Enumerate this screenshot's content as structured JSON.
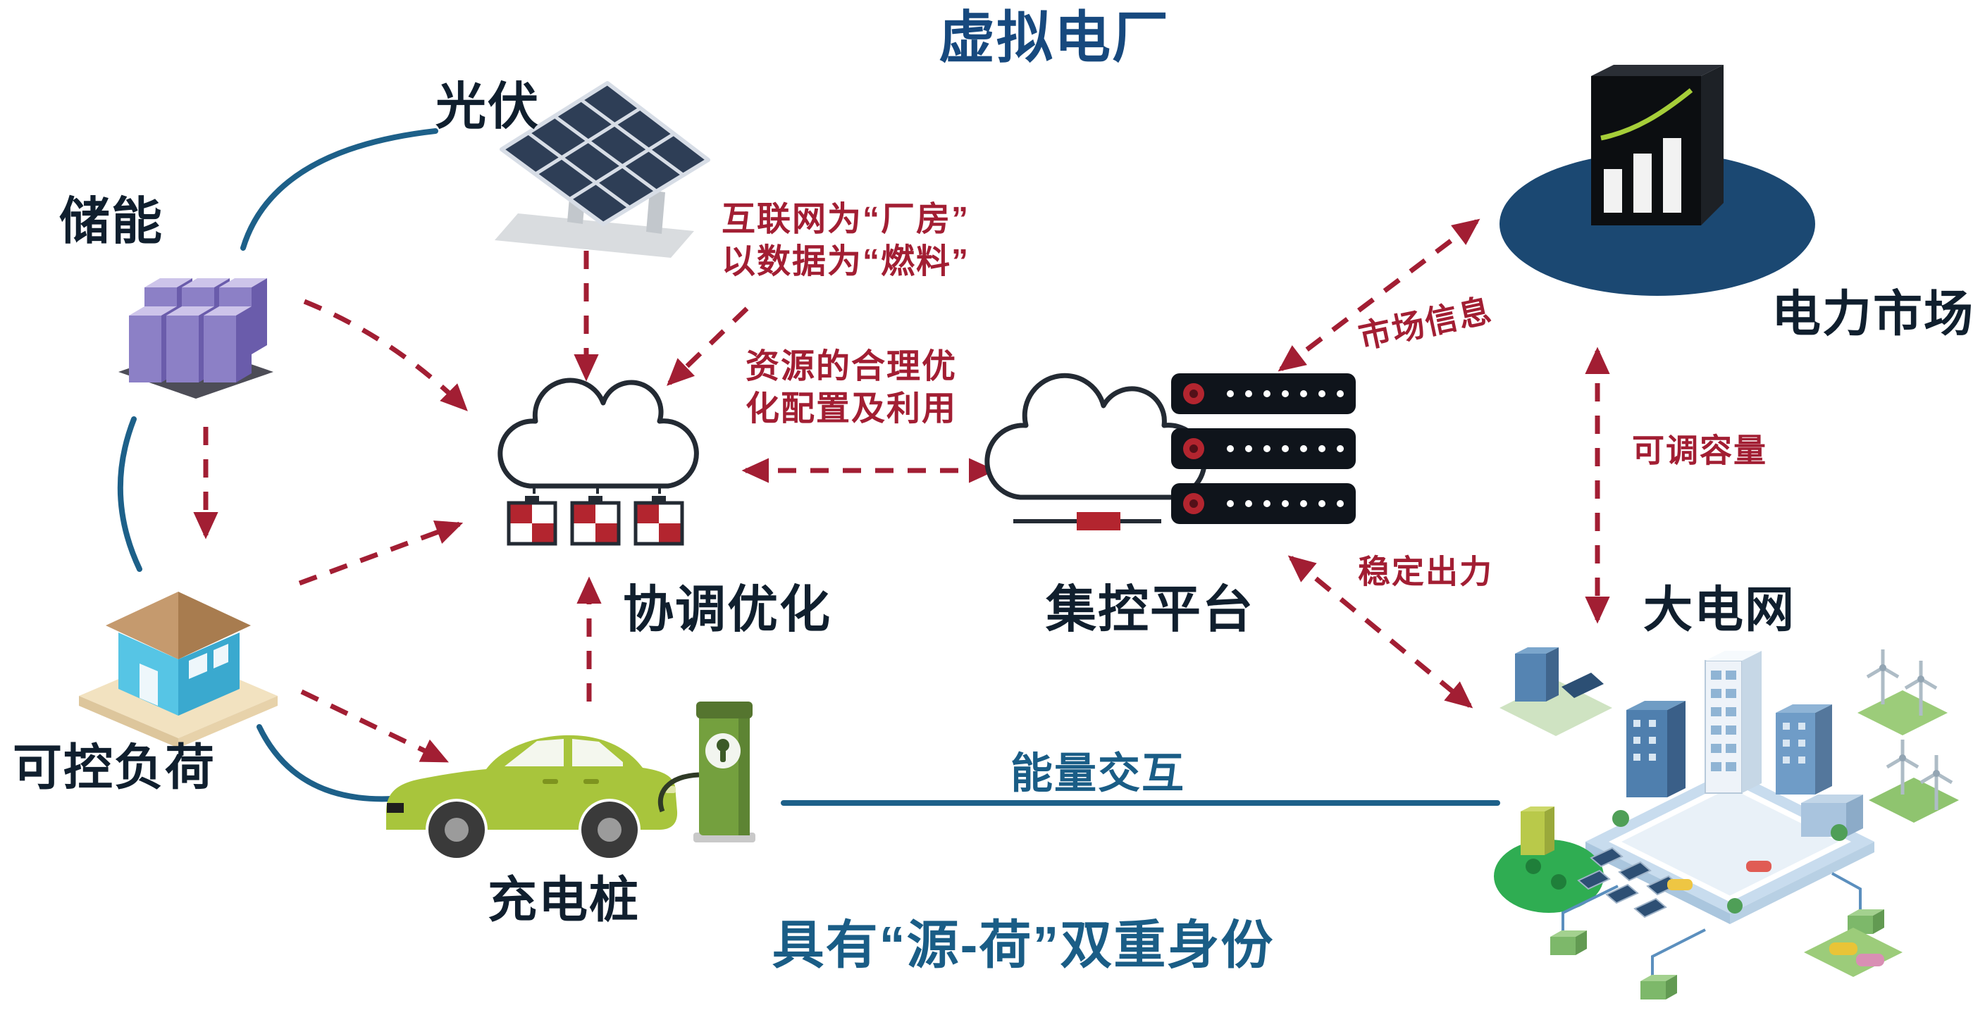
{
  "title": "虚拟电厂",
  "nodes": {
    "solar": "光伏",
    "storage": "储能",
    "load": "可控负荷",
    "charger": "充电桩",
    "coordination": "协调优化",
    "platform": "集控平台",
    "market": "电力市场",
    "grid": "大电网"
  },
  "annotations": {
    "internet_line1": "互联网为“厂房”",
    "internet_line2": "以数据为“燃料”",
    "resource_line1": "资源的合理优",
    "resource_line2": "化配置及利用",
    "market_info": "市场信息",
    "adjustable_capacity": "可调容量",
    "stable_output": "稳定出力",
    "energy_exchange": "能量交互",
    "dual_identity": "具有“源-荷”双重身份"
  },
  "colors": {
    "title_blue": "#17497e",
    "label_dark": "#101f2e",
    "note_red": "#a21e33",
    "line_blue": "#1d6089"
  },
  "icons": [
    "solar-panel-icon",
    "storage-battery-icon",
    "house-icon",
    "ev-car-icon",
    "charging-pile-icon",
    "coordination-cloud-icon",
    "control-platform-icon",
    "power-market-icon",
    "city-grid-icon"
  ]
}
